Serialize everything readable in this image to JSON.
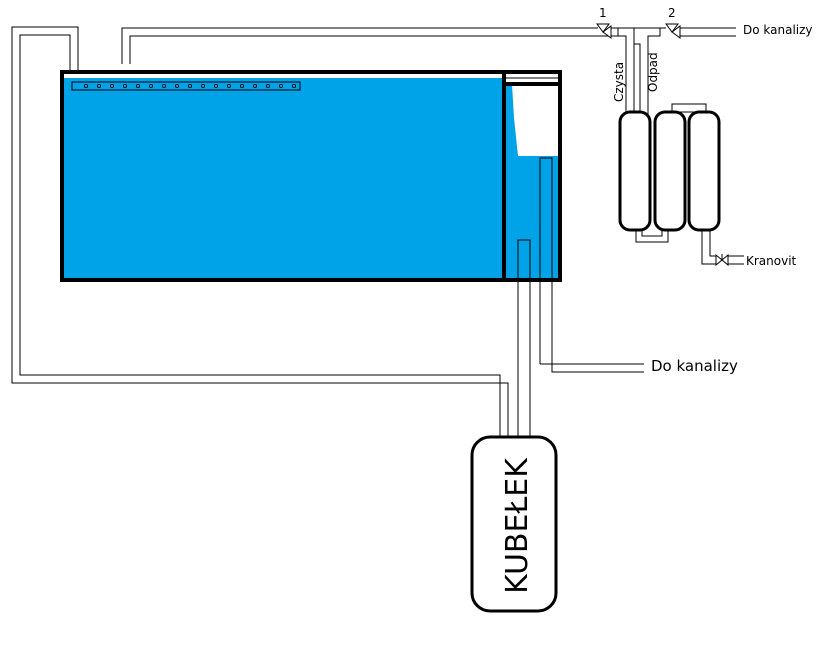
{
  "labels": {
    "drain_top": "Do kanalizy",
    "drain_bottom": "Do kanalizy",
    "tap_water": "Kranovit",
    "clean": "Czysta",
    "waste": "Odpad",
    "valve_1": "1",
    "valve_2": "2",
    "bucket": "KUBEŁEK"
  },
  "colors": {
    "water": "#00a2e8",
    "outline": "#000000",
    "pipe": "#ffffff"
  }
}
